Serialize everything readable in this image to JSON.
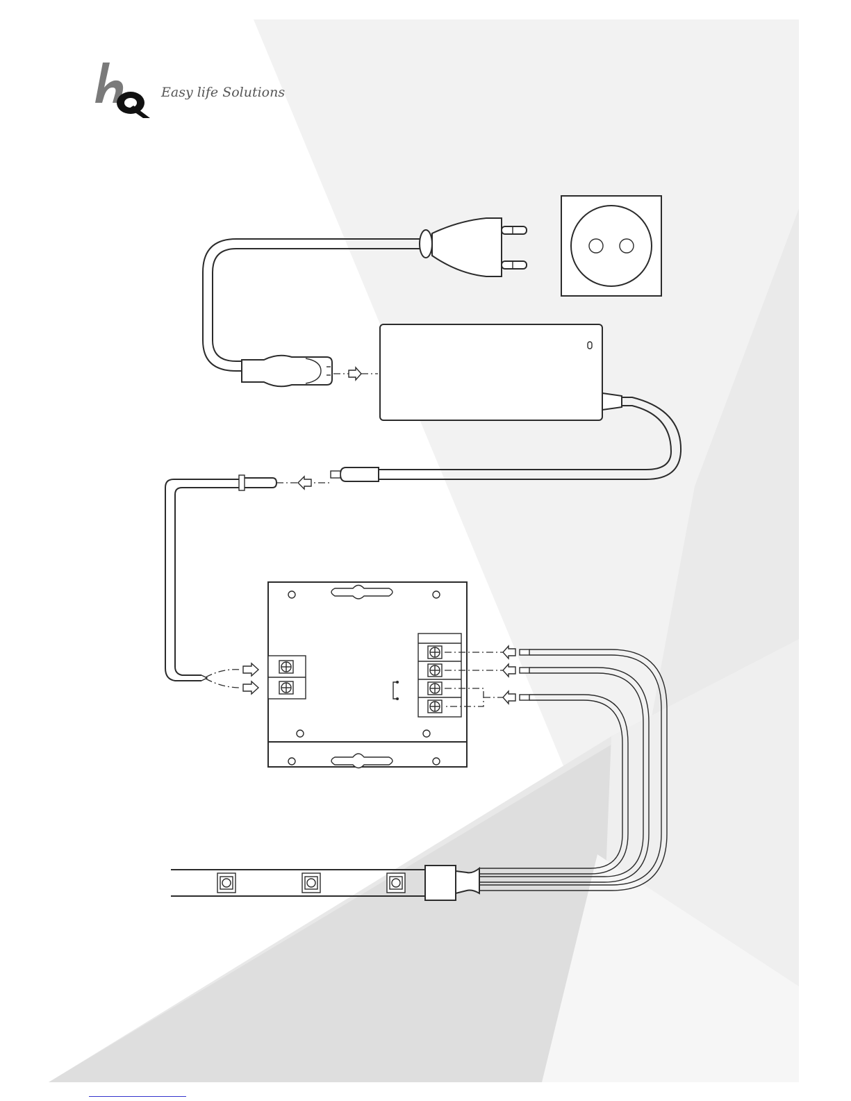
{
  "brand": {
    "logo_text": "hQ",
    "tagline": "Easy life Solutions"
  },
  "colors": {
    "background": "#ffffff",
    "panel_light": "#f2f2f2",
    "panel_mid": "#e8e8e8",
    "panel_dark": "#dcdcdc",
    "line": "#2b2b2b"
  },
  "components": [
    {
      "id": "wall-socket",
      "icon": "wall-socket-icon"
    },
    {
      "id": "eu-plug",
      "icon": "eu-plug-icon"
    },
    {
      "id": "power-adapter",
      "icon": "power-adapter-icon"
    },
    {
      "id": "iec-c7-connector",
      "icon": "iec-connector-icon"
    },
    {
      "id": "dc-jack",
      "icon": "dc-jack-icon"
    },
    {
      "id": "controller-box",
      "icon": "controller-icon"
    },
    {
      "id": "led-strip",
      "icon": "led-strip-icon"
    }
  ]
}
